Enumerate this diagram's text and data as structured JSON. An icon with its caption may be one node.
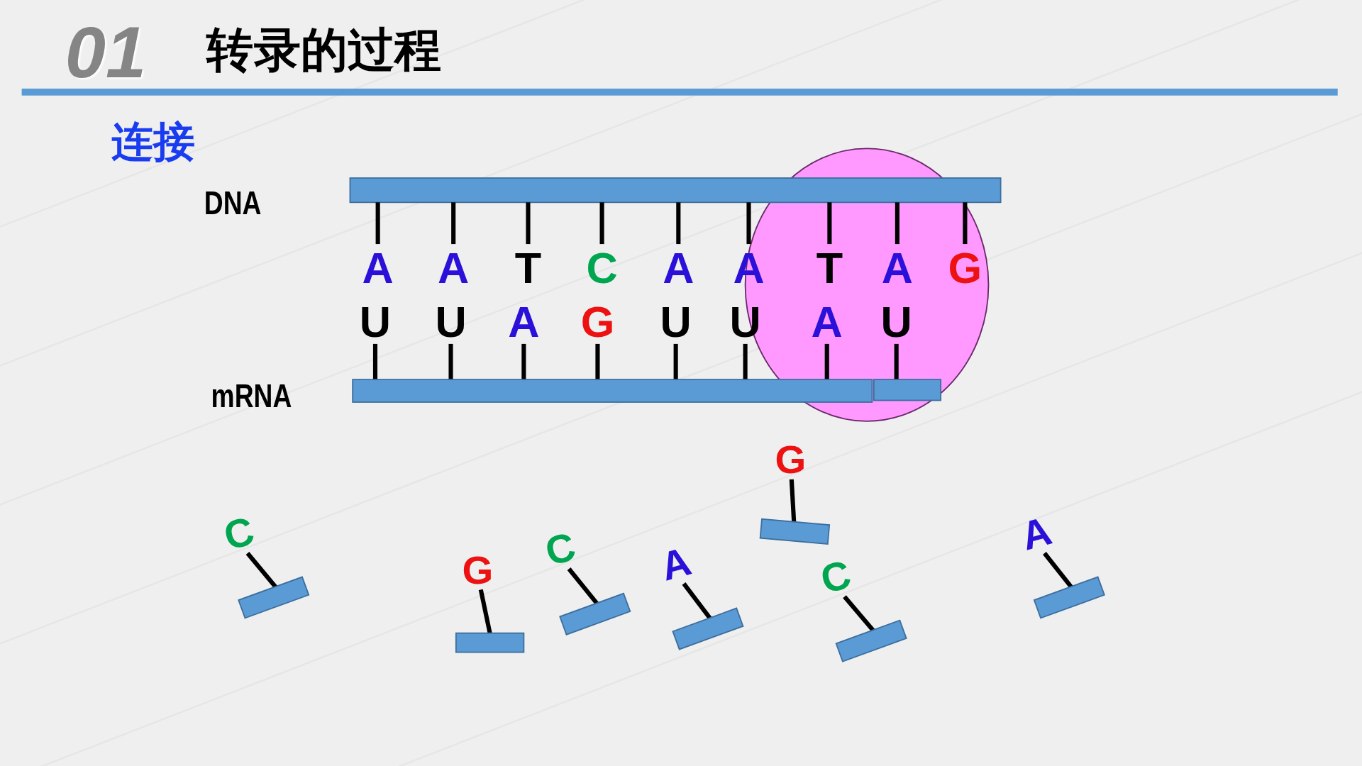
{
  "diagram": {
    "title": "转录的过程",
    "labels": [
      "01",
      "连接",
      "DNA",
      "A",
      "A",
      "T",
      "C",
      "A",
      "A",
      "T",
      "A",
      "G",
      "U",
      "U",
      "A",
      "G",
      "U",
      "U",
      "A",
      "U",
      "mRNA",
      "C",
      "G",
      "C",
      "A",
      "G",
      "C",
      "A"
    ]
  }
}
